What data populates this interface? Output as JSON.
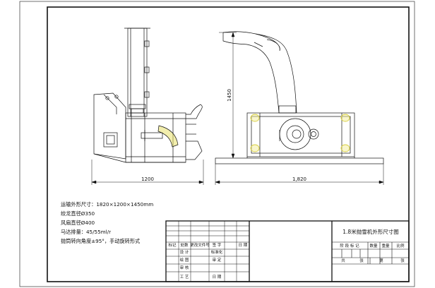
{
  "drawing": {
    "dim_side_width": "1200",
    "dim_front_width": "1,820",
    "dim_height": "1450"
  },
  "specs": [
    "运输外形尺寸：1820×1200×1450mm",
    "绞龙直径Ø350",
    "风扇直径Ø400",
    "马达排量：45/55ml/r",
    "抛筒转向角度±95°，手动旋转形式"
  ],
  "title_block": {
    "drawing_title": "1.8米抛雪机外形尺寸图",
    "stage_mark": "阶 段 标 记",
    "weight": "数量",
    "mass": "重量",
    "scale": "比例",
    "total": "共",
    "sheets": "张",
    "sheet_no": "第",
    "sheet": "张"
  },
  "revision_table": {
    "headers": [
      "标记",
      "处数",
      "更改文件号",
      "签 字",
      "日 期"
    ],
    "rows": [
      {
        "label": "设 计",
        "mid": "标准化"
      },
      {
        "label": "绘 图",
        "mid": "审 定"
      },
      {
        "label": "审 核",
        "mid": ""
      },
      {
        "label": "工 艺",
        "mid": "日 期"
      }
    ]
  },
  "colors": {
    "line": "#111111",
    "highlight": "#e8e06a",
    "paper": "#ffffff"
  }
}
